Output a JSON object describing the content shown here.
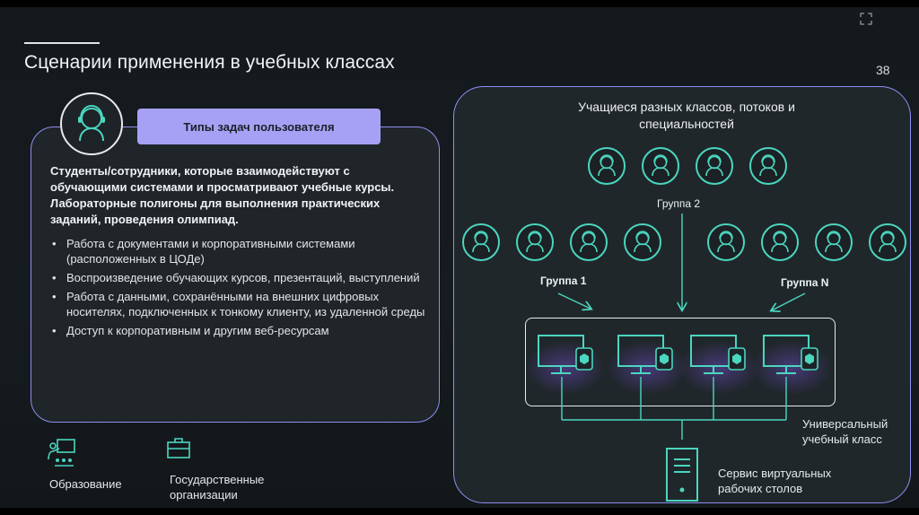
{
  "slide": {
    "title": "Сценарии применения в учебных классах",
    "page_number": "38"
  },
  "left_card": {
    "tag": "Типы задач пользователя",
    "lead": "Студенты/сотрудники, которые взаимодействуют с обучающими системами и просматривают учебные курсы.  Лабораторные полигоны для выполнения практических заданий, проведения олимпиад.",
    "bullets": [
      "Работа с документами и корпоративными системами (расположенных в ЦОДе)",
      "Воспроизведение обучающих курсов, презентаций, выступлений",
      "Работа с данными, сохранёнными на внешних цифровых носителях, подключенных к тонкому клиенту, из удаленной среды",
      "Доступ к корпоративным и другим веб-ресурсам"
    ]
  },
  "sectors": {
    "education": "Образование",
    "government": "Государственные организации"
  },
  "diagram": {
    "students_title": "Учащиеся разных классов, потоков и специальностей",
    "group1": "Группа 1",
    "group2": "Группа 2",
    "groupN": "Группа N",
    "class_label": "Универсальный учебный класс",
    "service_label": "Сервис виртуальных рабочих столов"
  },
  "colors": {
    "accent_purple": "#a7a1f5",
    "accent_teal": "#4bd6bf",
    "card_border": "#8f8ff0"
  },
  "icons": [
    "user-headset-icon",
    "presenter-icon",
    "briefcase-icon",
    "monitor-icon",
    "shield-cube-icon",
    "server-icon",
    "expand-icon"
  ]
}
